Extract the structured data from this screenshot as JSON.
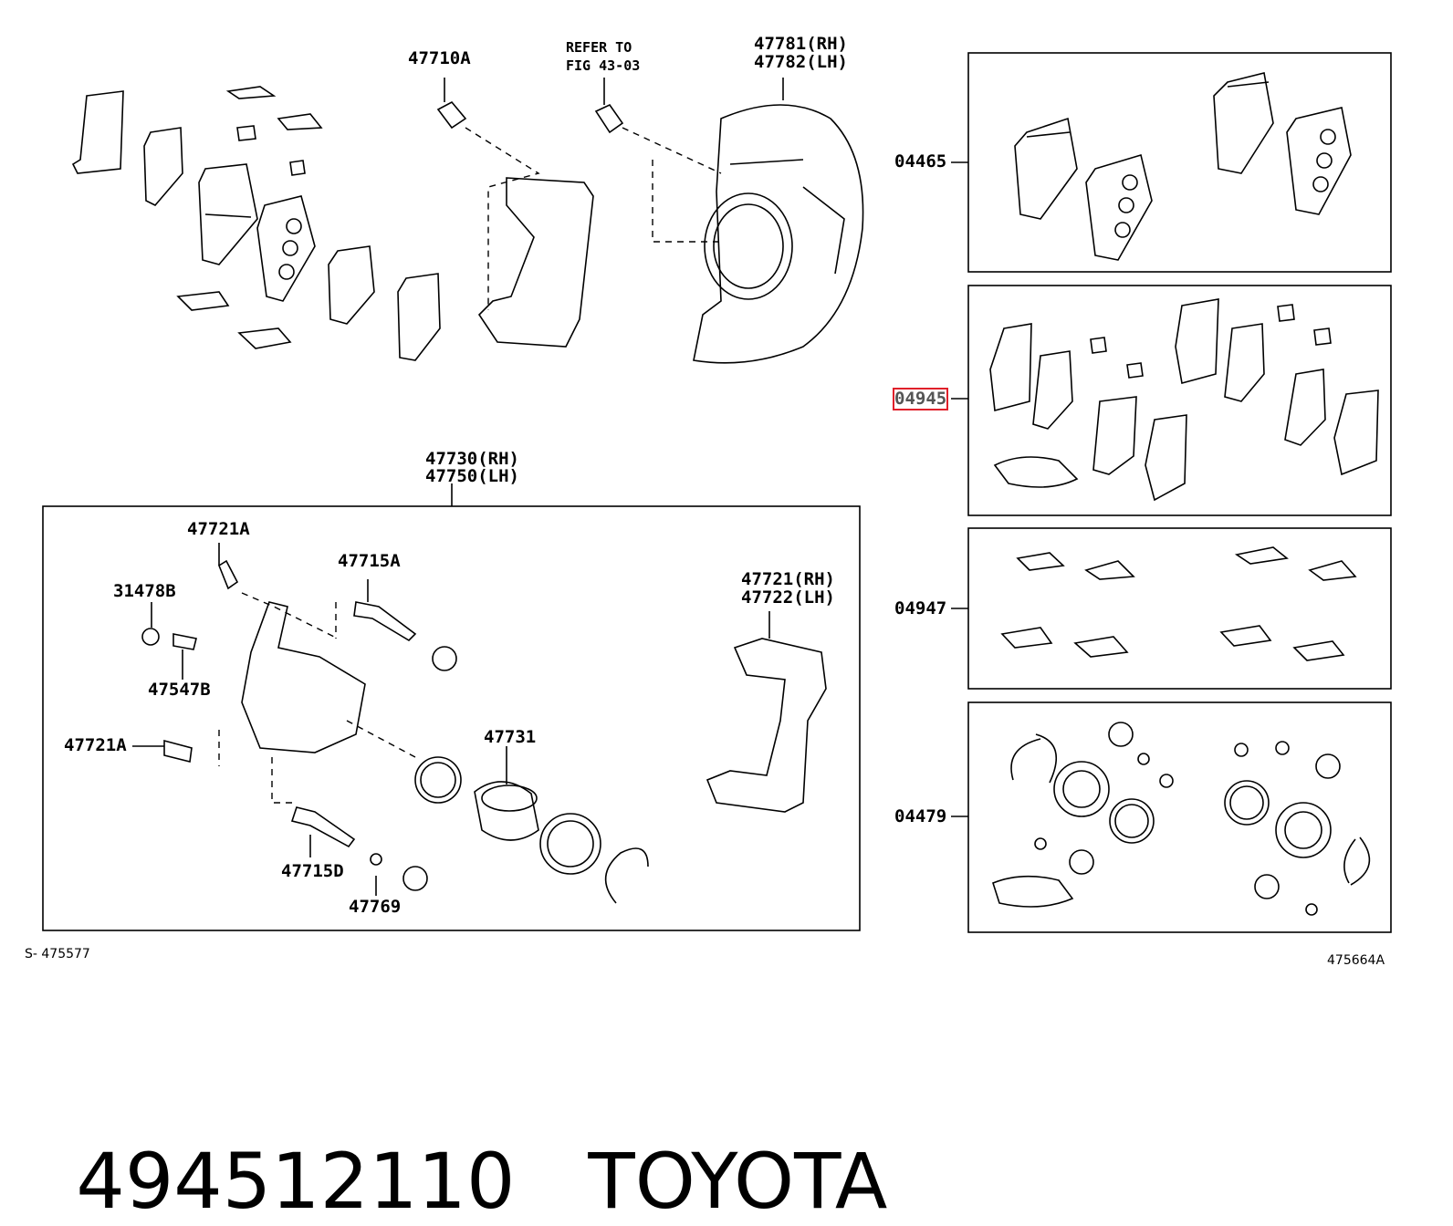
{
  "labels": {
    "l47710A": "47710A",
    "refer1": "REFER TO",
    "refer2": "FIG 43-03",
    "l47781": "47781(RH)",
    "l47782": "47782(LH)",
    "l04465": "04465",
    "l04945": "04945",
    "l04947": "04947",
    "l04479": "04479",
    "l47730": "47730(RH)",
    "l47750": "47750(LH)",
    "l47721A_top": "47721A",
    "l47715A": "47715A",
    "l31478B": "31478B",
    "l47547B": "47547B",
    "l47721A_mid": "47721A",
    "l47731": "47731",
    "l47721": "47721(RH)",
    "l47722": "47722(LH)",
    "l47715D": "47715D",
    "l47769": "47769"
  },
  "codes": {
    "left": "S- 475577",
    "right": "475664A"
  },
  "caption": {
    "part_number": "494512110",
    "brand": "TOYOTA"
  },
  "highlight_color": "#e0202a"
}
